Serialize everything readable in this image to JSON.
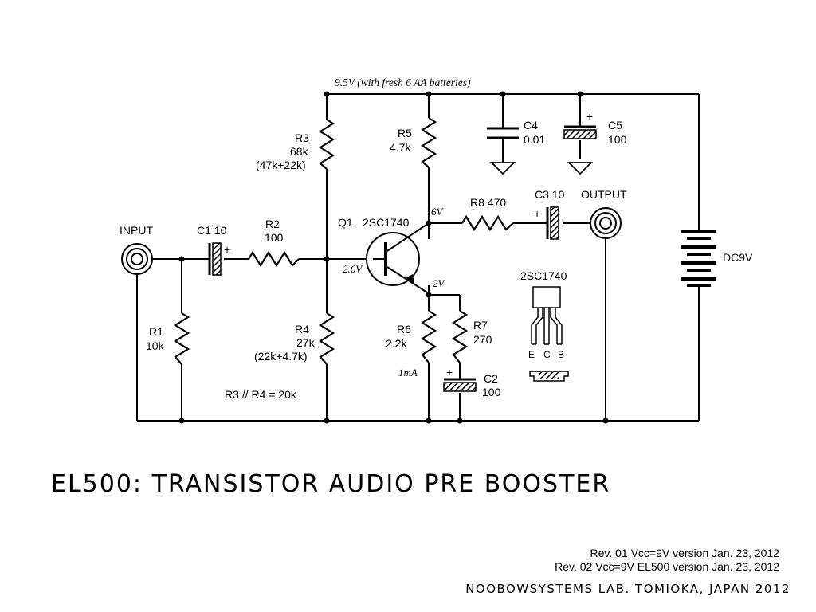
{
  "supply_label": "9.5V (with fresh 6 AA batteries)",
  "components": {
    "r1": {
      "ref": "R1",
      "value": "10k"
    },
    "r2": {
      "ref": "R2",
      "value": "100"
    },
    "r3": {
      "ref": "R3",
      "value": "68k",
      "detail": "(47k+22k)"
    },
    "r4": {
      "ref": "R4",
      "value": "27k",
      "detail": "(22k+4.7k)"
    },
    "r5": {
      "ref": "R5",
      "value": "4.7k"
    },
    "r6": {
      "ref": "R6",
      "value": "2.2k"
    },
    "r7": {
      "ref": "R7",
      "value": "270"
    },
    "r8": {
      "label": "R8 470"
    },
    "c1": {
      "label": "C1 10"
    },
    "c2": {
      "ref": "C2",
      "value": "100"
    },
    "c3": {
      "label": "C3 10"
    },
    "c4": {
      "ref": "C4",
      "value": "0.01"
    },
    "c5": {
      "ref": "C5",
      "value": "100"
    },
    "q1": {
      "ref": "Q1",
      "part": "2SC1740"
    },
    "battery": {
      "label": "DC9V"
    }
  },
  "connectors": {
    "input": "INPUT",
    "output": "OUTPUT"
  },
  "node_voltages": {
    "collector": "6V",
    "base": "2.6V",
    "emitter": "2V",
    "emitter_current": "1mA"
  },
  "polarity_mark": "+",
  "divider_note": "R3 // R4 = 20k",
  "pinout": {
    "part": "2SC1740",
    "pins": [
      "E",
      "C",
      "B"
    ]
  },
  "title": "EL500: TRANSISTOR AUDIO PRE BOOSTER",
  "revisions": [
    "Rev. 01 Vcc=9V version Jan. 23, 2012",
    "Rev. 02 Vcc=9V EL500 version Jan. 23, 2012"
  ],
  "footer": "NOOBOWSYSTEMS LAB. TOMIOKA, JAPAN 2012"
}
